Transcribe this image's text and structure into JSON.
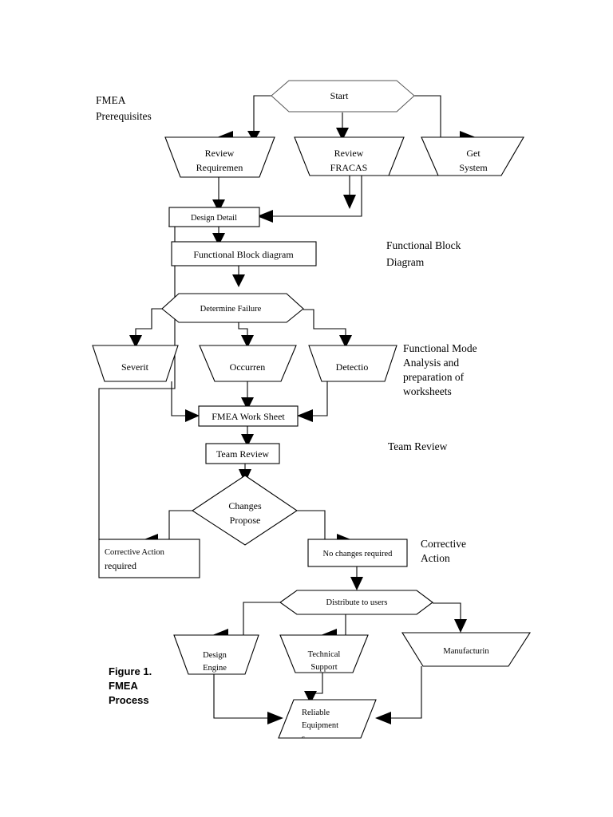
{
  "figure": {
    "caption_lines": [
      "Figure 1.",
      "FMEA",
      "Process"
    ]
  },
  "side_labels": [
    {
      "id": "fmea-prerequisites",
      "lines": [
        "FMEA",
        "Prerequisites"
      ]
    },
    {
      "id": "functional-block-diagram",
      "lines": [
        "Functional Block",
        "Diagram"
      ]
    },
    {
      "id": "functional-mode-analysis",
      "lines": [
        "Functional Mode",
        "Analysis and",
        "preparation of",
        "worksheets"
      ]
    },
    {
      "id": "team-review",
      "lines": [
        "Team Review"
      ]
    },
    {
      "id": "corrective-action",
      "lines": [
        "Corrective",
        "Action"
      ]
    }
  ],
  "nodes": {
    "start": {
      "label": "Start",
      "shape": "hexagon"
    },
    "review_requirements": {
      "lines": [
        "Review",
        "Requiremen"
      ],
      "shape": "trapezoid"
    },
    "review_fracas": {
      "lines": [
        "Review",
        "FRACAS"
      ],
      "shape": "trapezoid"
    },
    "get_system": {
      "lines": [
        "Get",
        "System"
      ],
      "shape": "trapezoid"
    },
    "design_detail": {
      "label": "Design Detail",
      "shape": "rectangle"
    },
    "functional_block_diagram": {
      "label": "Functional Block diagram",
      "shape": "rectangle"
    },
    "determine_failure": {
      "label": "Determine Failure",
      "shape": "hexagon"
    },
    "severity": {
      "label": "Severit",
      "shape": "trapezoid"
    },
    "occurrence": {
      "label": "Occurren",
      "shape": "trapezoid"
    },
    "detection": {
      "label": "Detectio",
      "shape": "trapezoid"
    },
    "fmea_work_sheet": {
      "label": "FMEA Work Sheet",
      "shape": "rectangle"
    },
    "team_review": {
      "label": "Team Review",
      "shape": "rectangle"
    },
    "changes_proposed": {
      "lines": [
        "Changes",
        "Propose"
      ],
      "shape": "diamond"
    },
    "corrective_action_required": {
      "lines": [
        "Corrective Action",
        "required"
      ],
      "shape": "rectangle"
    },
    "no_changes_required": {
      "label": "No changes required",
      "shape": "rectangle"
    },
    "distribute_to_users": {
      "label": "Distribute to users",
      "shape": "hexagon"
    },
    "design_engineering": {
      "lines": [
        "Design",
        "Engine"
      ],
      "shape": "trapezoid"
    },
    "technical_support": {
      "lines": [
        "Technical",
        "Support"
      ],
      "shape": "trapezoid"
    },
    "manufacturing": {
      "label": "Manufacturin",
      "shape": "trapezoid"
    },
    "reliable_equipments": {
      "lines": [
        "Reliable",
        "Equipment",
        "s"
      ],
      "shape": "parallelogram"
    }
  },
  "colors": {
    "stroke": "#000000",
    "stroke_light": "#555555",
    "background": "#ffffff",
    "text": "#000000"
  }
}
